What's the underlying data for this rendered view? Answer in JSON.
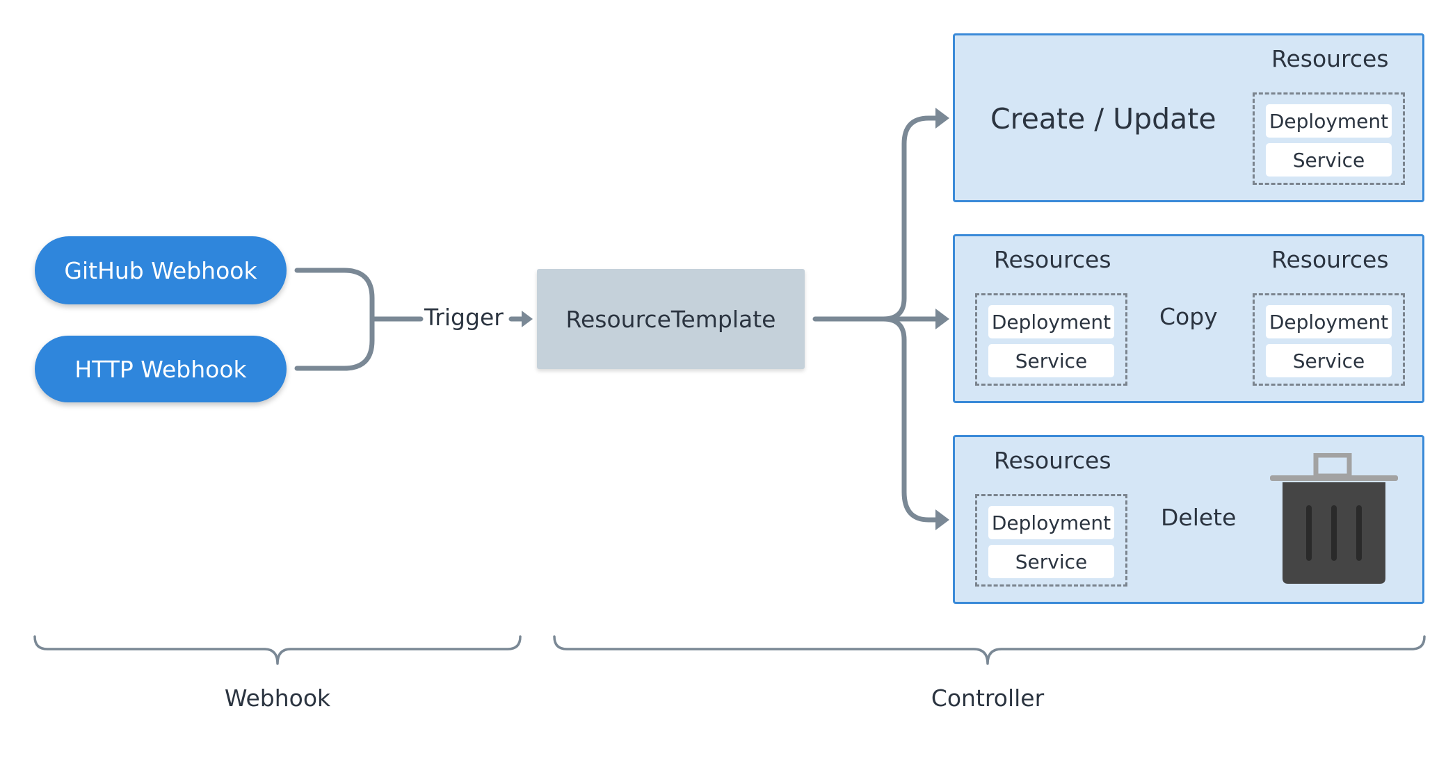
{
  "sources": {
    "github": "GitHub Webhook",
    "http": "HTTP Webhook"
  },
  "trigger_label": "Trigger",
  "template_label": "ResourceTemplate",
  "panels": {
    "create": {
      "title": "Create / Update",
      "resources_label": "Resources",
      "items": [
        "Deployment",
        "Service"
      ]
    },
    "copy": {
      "left_label": "Resources",
      "right_label": "Resources",
      "action": "Copy",
      "left_items": [
        "Deployment",
        "Service"
      ],
      "right_items": [
        "Deployment",
        "Service"
      ]
    },
    "delete": {
      "resources_label": "Resources",
      "action": "Delete",
      "items": [
        "Deployment",
        "Service"
      ]
    }
  },
  "groups": {
    "left": "Webhook",
    "right": "Controller"
  },
  "colors": {
    "pill": "#2f86dc",
    "panel_fill": "#d5e6f6",
    "panel_border": "#3a8ad8",
    "connector": "#7a8895",
    "trash": "#454545"
  },
  "icons": [
    "trash-icon"
  ]
}
